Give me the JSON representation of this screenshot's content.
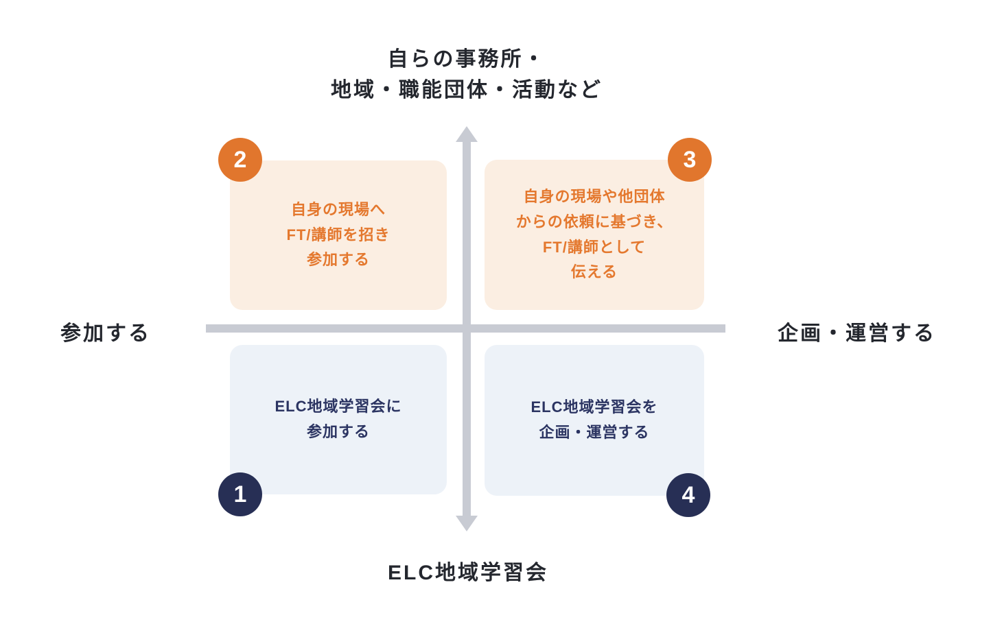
{
  "axes": {
    "vertical_top_label": "自らの事務所・\n地域・職能団体・活動など",
    "vertical_bottom_label": "ELC地域学習会",
    "horizontal_left_label": "参加する",
    "horizontal_right_label": "企画・運営する"
  },
  "quadrants": {
    "q1": {
      "number": "1",
      "position": "bottom-left",
      "theme": "navy",
      "text": "ELC地域学習会に\n参加する"
    },
    "q2": {
      "number": "2",
      "position": "top-left",
      "theme": "orange",
      "text": "自身の現場へ\nFT/講師を招き\n参加する"
    },
    "q3": {
      "number": "3",
      "position": "top-right",
      "theme": "orange",
      "text": "自身の現場や他団体\nからの依頼に基づき、\nFT/講師として\n伝える"
    },
    "q4": {
      "number": "4",
      "position": "bottom-right",
      "theme": "navy",
      "text": "ELC地域学習会を\n企画・運営する"
    }
  },
  "colors": {
    "background": "#FFFFFF",
    "orange_badge": "#E1762D",
    "orange_text": "#E4782E",
    "orange_card_bg": "#FBEEE2",
    "navy_badge": "#272F55",
    "navy_text": "#2B3462",
    "navy_card_bg": "#EDF2F8",
    "axis_gray": "#C8CBD3",
    "axis_label_color": "#24272E"
  }
}
